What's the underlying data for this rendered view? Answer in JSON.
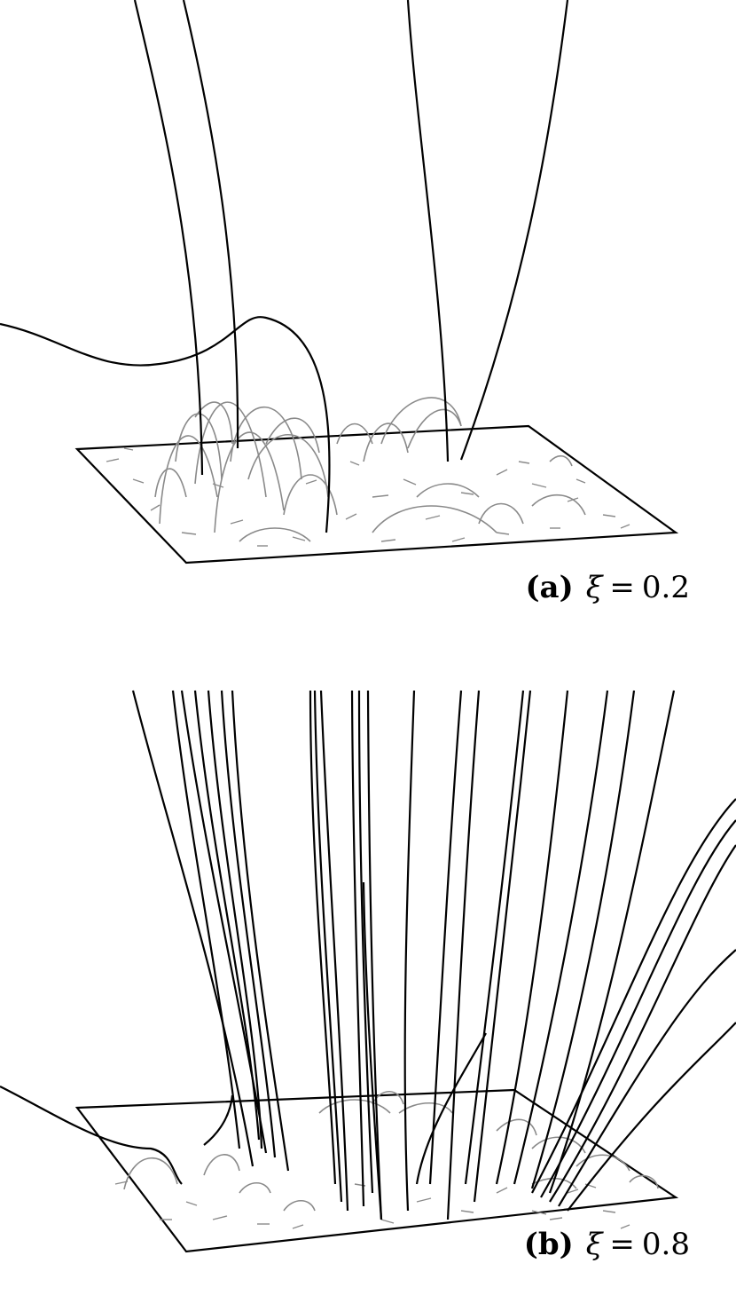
{
  "panels": [
    {
      "label": "(a)",
      "symbol": "ξ",
      "equals": "=",
      "value": "0.2",
      "line_colors": {
        "open_field": "#000000",
        "closed_loops": "#808080",
        "plane": "#000000"
      }
    },
    {
      "label": "(b)",
      "symbol": "ξ",
      "equals": "=",
      "value": "0.8",
      "line_colors": {
        "open_field": "#000000",
        "closed_loops": "#808080",
        "plane": "#000000"
      }
    }
  ]
}
